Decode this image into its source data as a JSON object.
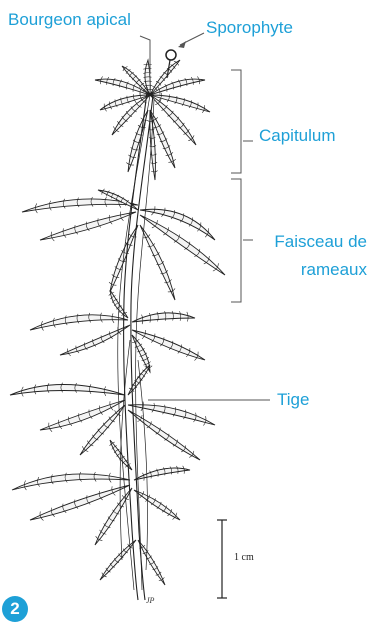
{
  "labels": {
    "bourgeon_apical": "Bourgeon apical",
    "sporophyte": "Sporophyte",
    "capitulum": "Capitulum",
    "faisceau_line1": "Faisceau de",
    "faisceau_line2": "rameaux",
    "tige": "Tige"
  },
  "scale_bar": {
    "label": "1 cm"
  },
  "signature": "JP",
  "badge": {
    "number": "2"
  },
  "colors": {
    "label": "#1ea0d7",
    "drawing": "#222222",
    "leaf_fill": "#f4f4f4"
  }
}
